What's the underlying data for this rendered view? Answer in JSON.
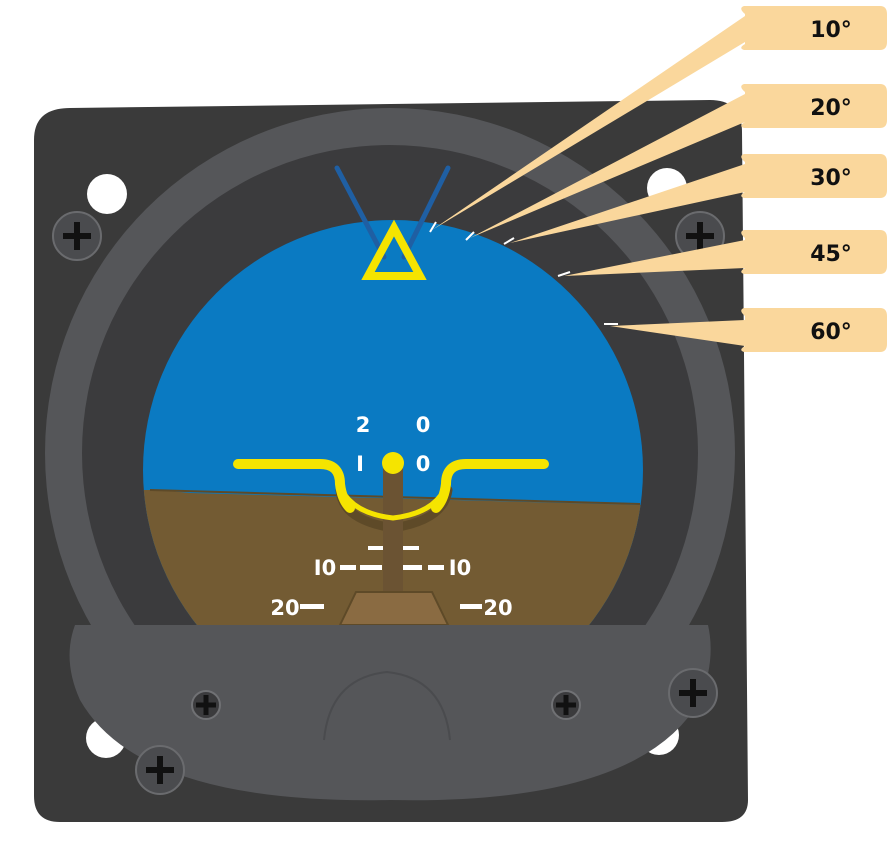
{
  "callouts": [
    {
      "label": "10°",
      "target": "bank-mark-10"
    },
    {
      "label": "20°",
      "target": "bank-mark-20"
    },
    {
      "label": "30°",
      "target": "bank-mark-30"
    },
    {
      "label": "45°",
      "target": "bank-mark-45"
    },
    {
      "label": "60°",
      "target": "bank-mark-60"
    }
  ],
  "pitch_marks": {
    "up": [
      {
        "left": "2",
        "right": "0"
      },
      {
        "left": "I",
        "right": "0"
      }
    ],
    "down": [
      {
        "left": "I0",
        "right": "I0"
      },
      {
        "left": "20",
        "right": "20"
      }
    ]
  },
  "colors": {
    "sky": "#0a7ac2",
    "ground": "#735b33",
    "symbol": "#f5e400",
    "bezel": "#3a3a3a",
    "case": "#545557",
    "callout": "#fad79c",
    "bank_pointer": "#1f5fa3"
  }
}
